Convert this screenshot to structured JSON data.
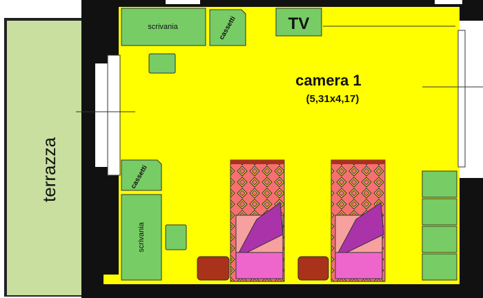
{
  "room": {
    "name": "camera 1",
    "dimensions": "(5,31x4,17)"
  },
  "terrace": {
    "label": "terrazza"
  },
  "furniture": {
    "desk_top": "scrivania",
    "desk_left": "scrivania",
    "drawers_top": "cassetti",
    "drawers_left": "cassetti",
    "tv": "TV"
  },
  "colors": {
    "room_floor": "#ffff00",
    "wall": "#111111",
    "furniture_green": "#77cc66",
    "terrace_green": "#c8dfa0",
    "rug_brown": "#a8321a",
    "bed_quilt_pink": "#ee66cc",
    "bed_quilt_purple": "#aa33aa",
    "bed_pattern_salmon": "#f77070"
  }
}
